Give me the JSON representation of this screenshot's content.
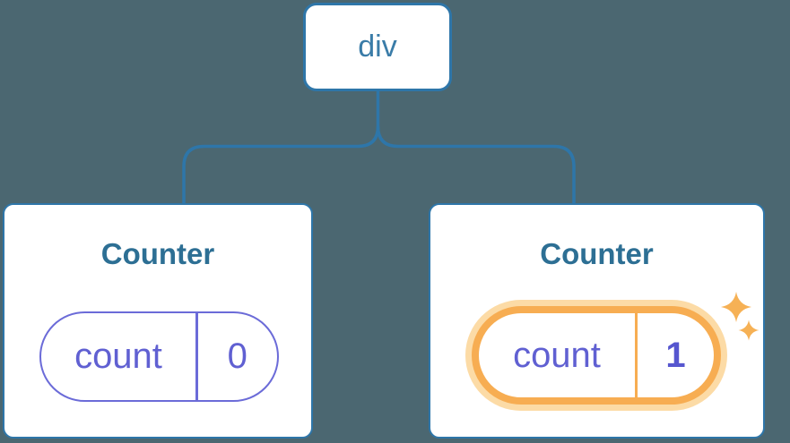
{
  "diagram": {
    "root": {
      "label": "div"
    },
    "children": [
      {
        "title": "Counter",
        "state": {
          "key": "count",
          "value": "0"
        },
        "highlighted": false
      },
      {
        "title": "Counter",
        "state": {
          "key": "count",
          "value": "1"
        },
        "highlighted": true
      }
    ]
  },
  "icons": {
    "sparkle_large": "four-point-star",
    "sparkle_small": "four-point-star"
  },
  "colors": {
    "background": "#4b6771",
    "connector_blue": "#2e76a9",
    "root_label_blue": "#3a7ca8",
    "component_title_blue": "#2d6f94",
    "state_purple_border": "#6b6bd8",
    "state_purple_text": "#6060d2",
    "highlight_orange": "#f7ad52",
    "highlight_halo": "#fcdba6",
    "sparkle_orange": "#f6b155"
  }
}
